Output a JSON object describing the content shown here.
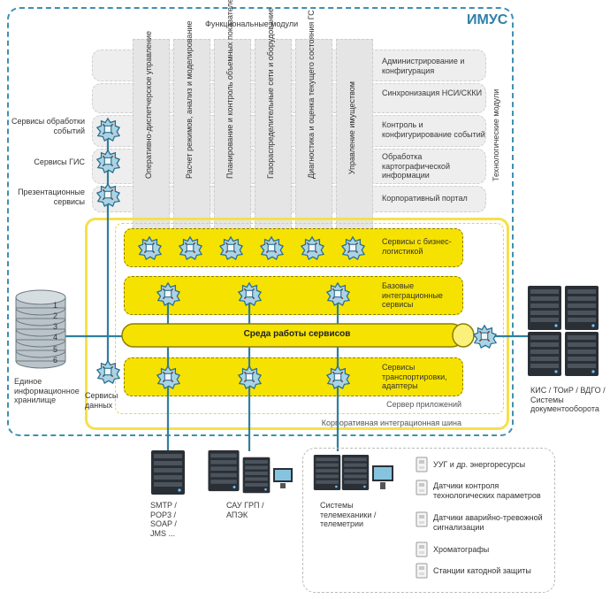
{
  "title": "ИМУС",
  "functional_modules_title": "Функциональные модули",
  "technological_modules_title": "Технологические модули",
  "functional_modules": [
    "Оперативно-диспетчерское управление",
    "Расчет режимов, анализ и моделирование",
    "Планирование и контроль объемных показателей",
    "Газораспределительные сети и оборудование",
    "Диагностика и оценка текущего состояния ГС",
    "Управление имуществом"
  ],
  "technological_modules": [
    "Администрирование и конфигурация",
    "Синхронизация НСИ/СККИ",
    "Контроль и конфигурирование событий",
    "Обработка картографической информации",
    "Корпоративный портал"
  ],
  "left_services": [
    "Сервисы обработки событий",
    "Сервисы ГИС",
    "Презентационные сервисы"
  ],
  "layers": {
    "business_logic": "Сервисы с бизнес-логистикой",
    "base_integration": "Базовые интеграционные сервисы",
    "runtime": "Среда работы сервисов",
    "transport": "Сервисы транспортировки, адаптеры",
    "app_server": "Сервер приложений",
    "integration_bus": "Корпоративная интеграционная шина"
  },
  "storage": {
    "label": "Единое информационное хранилище",
    "disk_numbers": [
      "1",
      "2",
      "3",
      "4",
      "5",
      "6"
    ],
    "data_services": "Сервисы данных"
  },
  "external_systems": "КИС / ТОиР / ВДГО / Системы документооборота",
  "bottom_systems": [
    "SMTP / POP3 / SOAP / JMS ...",
    "САУ ГРП / АПЭК",
    "Системы телемеханики / телеметрии"
  ],
  "sensors": [
    "УУГ и др. энергоресурсы",
    "Датчики контроля технологических параметров",
    "Датчики аварийно-тревожной сигнализации",
    "Хроматографы",
    "Станции катодной защиты"
  ],
  "colors": {
    "frame_blue": "#3f8fb4",
    "accent_yellow": "#f6e200",
    "bus_blue": "#2f7f9f",
    "title_blue": "#2e7fa8"
  }
}
